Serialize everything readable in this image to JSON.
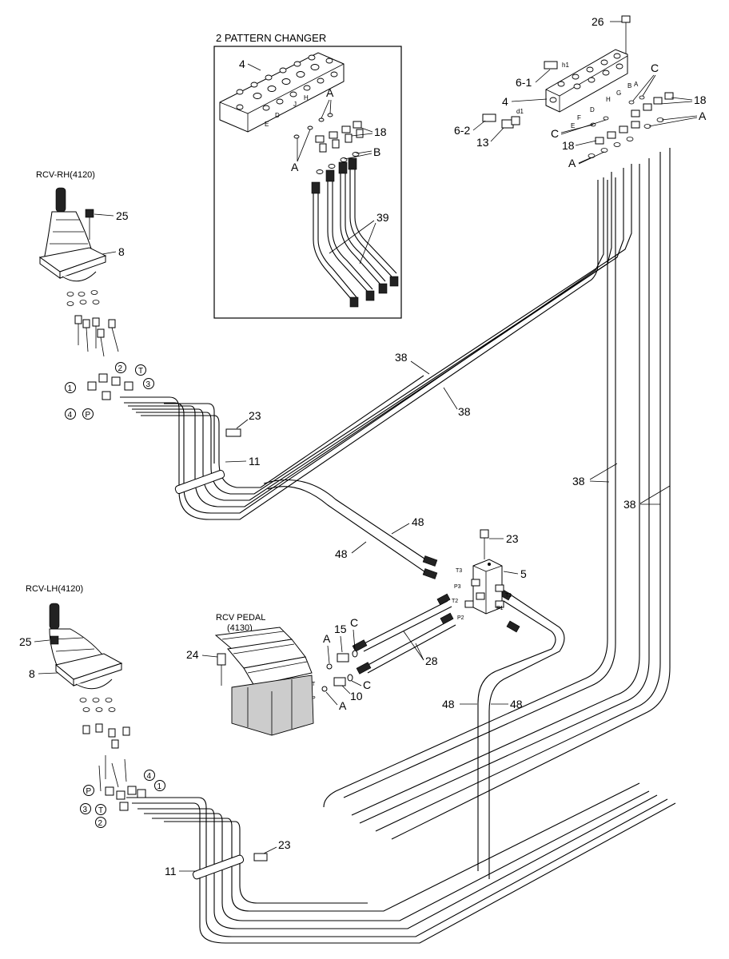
{
  "inset": {
    "title": "2 PATTERN CHANGER",
    "labels": [
      "4",
      "A",
      "18",
      "B",
      "A",
      "39"
    ],
    "block_letters": [
      "H",
      "J",
      "D",
      "E"
    ]
  },
  "rcv_rh": {
    "title": "RCV-RH(4120)",
    "label_25": "25",
    "label_8": "8",
    "ports": [
      "1",
      "2",
      "T",
      "3",
      "4",
      "P"
    ]
  },
  "rcv_lh": {
    "title": "RCV-LH(4120)",
    "label_25": "25",
    "label_8": "8",
    "ports": [
      "P",
      "4",
      "1",
      "3",
      "T",
      "2"
    ]
  },
  "pedal": {
    "title_line1": "RCV PEDAL",
    "title_line2": "(4130)",
    "ports": [
      "T",
      "P"
    ]
  },
  "top_block": {
    "label_26": "26",
    "label_6_1": "6-1",
    "label_4": "4",
    "label_6_2": "6-2",
    "label_13": "13",
    "label_C1": "C",
    "label_18a": "18",
    "label_A1": "A",
    "label_C2": "C",
    "label_18b": "18",
    "label_A2": "A",
    "port_letters": [
      "h1",
      "d1",
      "A",
      "B",
      "G",
      "H",
      "D",
      "F",
      "E"
    ]
  },
  "hoses": {
    "label_38a": "38",
    "label_38b": "38",
    "label_38c": "38",
    "label_38d": "38",
    "label_48a": "48",
    "label_48b": "48",
    "label_48c": "48",
    "label_48d": "48",
    "label_28": "28"
  },
  "valve5": {
    "label_5": "5",
    "label_23": "23",
    "ports": [
      "T3",
      "P3",
      "T2",
      "P2",
      "T1",
      "P1"
    ]
  },
  "misc": {
    "label_23_upper": "23",
    "label_11_upper": "11",
    "label_23_lower": "23",
    "label_11_lower": "11",
    "label_24": "24",
    "label_15": "15",
    "label_C_upper": "C",
    "label_A_upper": "A",
    "label_10": "10",
    "label_C_lower": "C",
    "label_A_lower": "A"
  }
}
